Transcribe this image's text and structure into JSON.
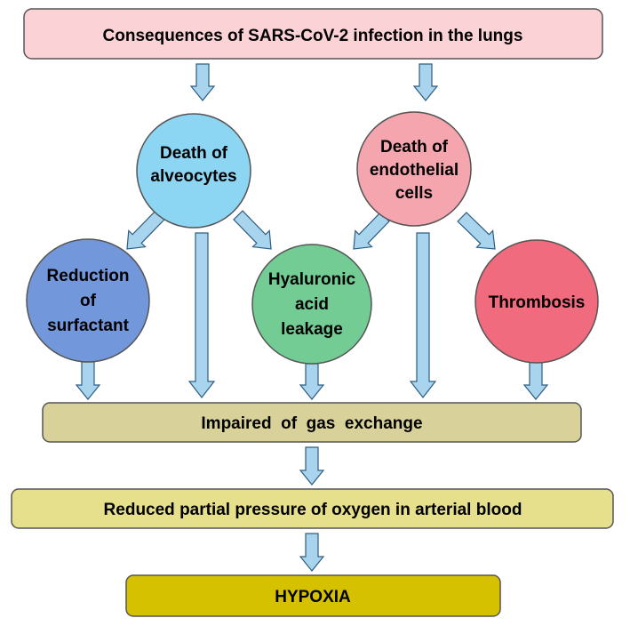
{
  "nodes": {
    "header": {
      "text": "Consequences of SARS-CoV-2 infection in the lungs",
      "fill": "#fbd2d6",
      "stroke": "#555555"
    },
    "alveocytes": {
      "lines": [
        "Death of",
        "alveocytes"
      ],
      "fill": "#8dd6f3"
    },
    "endothelial": {
      "lines": [
        "Death of",
        "endothelial",
        "cells"
      ],
      "fill": "#f5a5ae"
    },
    "surfactant": {
      "lines": [
        "Reduction",
        "of",
        "surfactant"
      ],
      "fill": "#7397db"
    },
    "hyaluronic": {
      "lines": [
        "Hyaluronic",
        "acid",
        "leakage"
      ],
      "fill": "#72cc94"
    },
    "thrombosis": {
      "lines": [
        "Thrombosis"
      ],
      "fill": "#ef6b7d"
    },
    "gas_exchange": {
      "text": "Impaired  of  gas  exchange",
      "fill": "#d8d29a"
    },
    "oxygen": {
      "text": "Reduced partial pressure of oxygen in arterial blood",
      "fill": "#e6e08c"
    },
    "hypoxia": {
      "text": "HYPOXIA",
      "fill": "#d6c100"
    }
  },
  "arrow_style": {
    "fill": "#a8d4ee",
    "stroke": "#2f5d80"
  }
}
